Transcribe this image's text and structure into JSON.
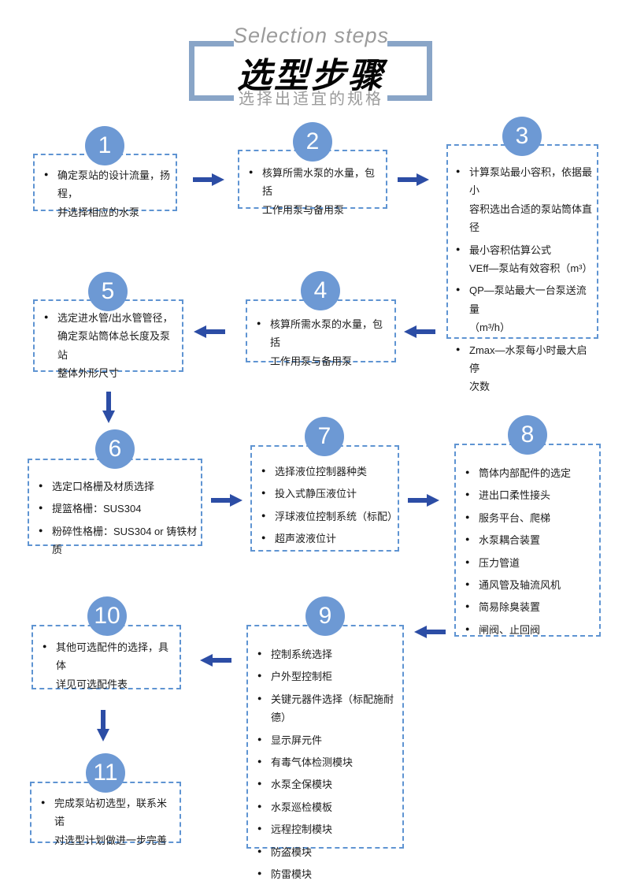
{
  "header": {
    "kicker": "Selection steps",
    "title": "选型步骤",
    "subtitle": "选择出适宜的规格"
  },
  "palette": {
    "circle_fill": "#6d99d4",
    "box_dash_border": "#5f94d2",
    "arrow_blue": "#2c4da5",
    "bracket_blue": "#89a5c7",
    "muted_gray_text": "#9b9b9b"
  },
  "steps": [
    {
      "num": "1",
      "items": [
        "确定泵站的设计流量，扬程，\n并选择相应的水泵"
      ]
    },
    {
      "num": "2",
      "items": [
        "核算所需水泵的水量，包括\n工作用泵与备用泵"
      ]
    },
    {
      "num": "3",
      "items": [
        "计算泵站最小容积，依据最小\n容积选出合适的泵站筒体直径",
        "最小容积估算公式\nVEff—泵站有效容积（m³）",
        "QP—泵站最大一台泵送流量\n（m³/h）",
        "Zmax—水泵每小时最大启停\n次数"
      ]
    },
    {
      "num": "4",
      "items": [
        "核算所需水泵的水量，包括\n工作用泵与备用泵"
      ]
    },
    {
      "num": "5",
      "items": [
        "选定进水管/出水管管径，\n确定泵站筒体总长度及泵站\n整体外形尺寸"
      ]
    },
    {
      "num": "6",
      "items": [
        "选定口格栅及材质选择",
        "提篮格栅：SUS304",
        "粉碎性格栅：SUS304 or 铸铁材质"
      ]
    },
    {
      "num": "7",
      "items": [
        "选择液位控制器种类",
        "投入式静压液位计",
        "浮球液位控制系统（标配）",
        "超声波液位计"
      ]
    },
    {
      "num": "8",
      "items": [
        "筒体内部配件的选定",
        "进出口柔性接头",
        "服务平台、爬梯",
        "水泵耦合装置",
        "压力管道",
        "通风管及轴流风机",
        "简易除臭装置",
        "闸阀、止回阀"
      ]
    },
    {
      "num": "9",
      "items": [
        "控制系统选择",
        "户外型控制柜",
        "关键元器件选择（标配施耐德）",
        "显示屏元件",
        "有毒气体检测模块",
        "水泵全保模块",
        "水泵巡检模板",
        "远程控制模块",
        "防盗模块",
        "防雷模块"
      ]
    },
    {
      "num": "10",
      "items": [
        "其他可选配件的选择，具体\n详见可选配件表"
      ]
    },
    {
      "num": "11",
      "items": [
        "完成泵站初选型，联系米诺\n对选型计划做进一步完善"
      ]
    }
  ]
}
